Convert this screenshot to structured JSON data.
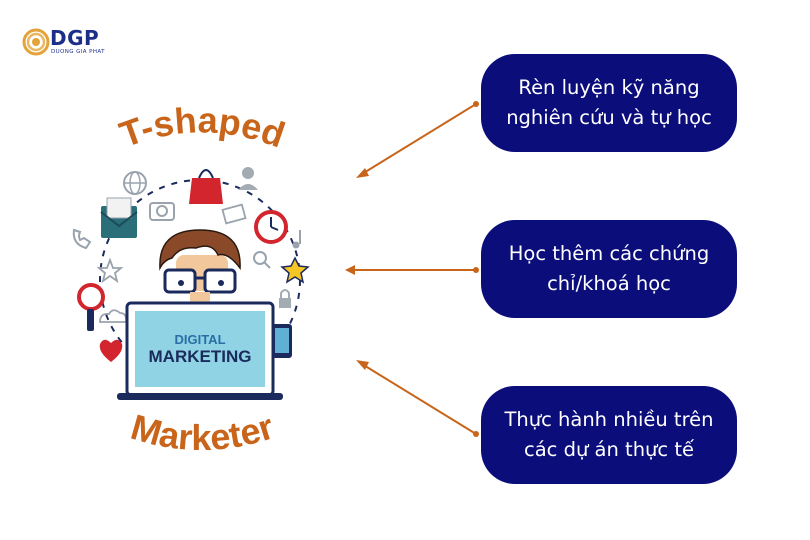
{
  "brand": {
    "name": "DGP",
    "tagline": "DUONG GIA PHAT",
    "color": "#1b2f8a",
    "accent": "#e3a33a"
  },
  "center": {
    "title_top": "T-shaped",
    "title_bottom": "Marketer",
    "title_color": "#c8651b",
    "laptop_line1": "DIGITAL",
    "laptop_line2": "MARKETING",
    "icons": [
      "globe-icon",
      "shopping-bag-icon",
      "user-icon",
      "envelope-icon",
      "camera-icon",
      "mail-icon",
      "clock-icon",
      "phone-icon",
      "music-note-icon",
      "star-icon",
      "search-icon",
      "lock-icon",
      "magnifier-icon",
      "cloud-icon",
      "mobile-icon",
      "heart-icon"
    ]
  },
  "steps": [
    {
      "line1": "Rèn luyện kỹ năng",
      "line2": "nghiên cứu và tự học"
    },
    {
      "line1": "Học thêm các chứng",
      "line2": "chỉ/khoá học"
    },
    {
      "line1": "Thực hành nhiều trên",
      "line2": "các dự án thực tế"
    }
  ],
  "colors": {
    "pill": "#0a0d7a",
    "arrow": "#c8651b"
  }
}
